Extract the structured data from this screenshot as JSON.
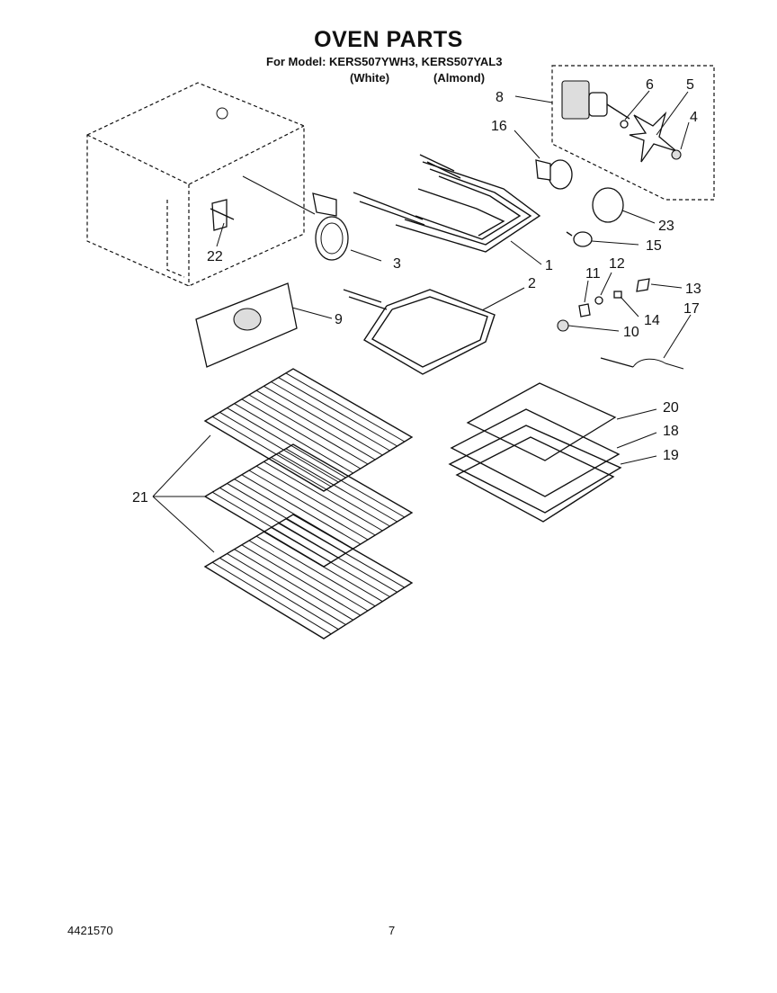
{
  "header": {
    "title": "OVEN PARTS",
    "model_line": "For Model: KERS507YWH3, KERS507YAL3",
    "color_white": "(White)",
    "color_almond": "(Almond)"
  },
  "callouts": {
    "c1": "1",
    "c2": "2",
    "c3": "3",
    "c4": "4",
    "c5": "5",
    "c6": "6",
    "c8": "8",
    "c9": "9",
    "c10": "10",
    "c11": "11",
    "c12": "12",
    "c13": "13",
    "c14": "14",
    "c15": "15",
    "c16": "16",
    "c17": "17",
    "c18": "18",
    "c19": "19",
    "c20": "20",
    "c21": "21",
    "c22": "22",
    "c23": "23"
  },
  "footer": {
    "doc_number": "4421570",
    "page_number": "7"
  }
}
